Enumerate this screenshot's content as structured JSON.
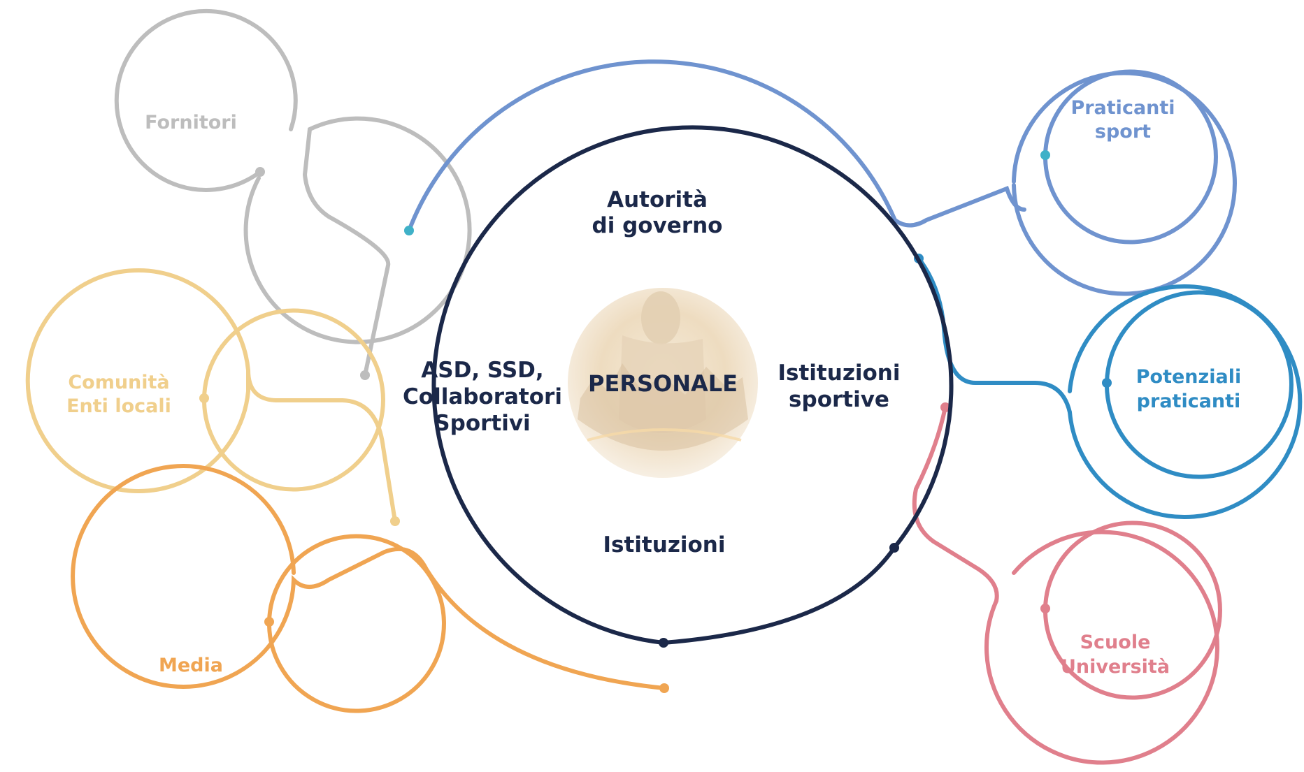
{
  "center": {
    "label": "PERSONALE",
    "color": "#1b2849",
    "photo_tint": "#efe0c8"
  },
  "inner_labels": {
    "top": [
      "Autorità",
      "di governo"
    ],
    "left": [
      "ASD, SSD,",
      "Collaboratori",
      "Sportivi"
    ],
    "right": [
      "Istituzioni",
      "sportive"
    ],
    "bottom": [
      "Istituzioni"
    ]
  },
  "stakeholders": {
    "fornitori": {
      "lines": [
        "Fornitori"
      ],
      "color": "#bdbdbd"
    },
    "comunita": {
      "lines": [
        "Comunità",
        "Enti locali"
      ],
      "color": "#f0cf8c"
    },
    "media": {
      "lines": [
        "Media"
      ],
      "color": "#f0a552"
    },
    "praticanti": {
      "lines": [
        "Praticanti",
        "sport"
      ],
      "color": "#6f93cf"
    },
    "potenziali": {
      "lines": [
        "Potenziali",
        "praticanti"
      ],
      "color": "#2f8cc4"
    },
    "scuole": {
      "lines": [
        "Scuole",
        "Università"
      ],
      "color": "#e07f8c"
    }
  },
  "colors": {
    "main_ring": "#1b2849",
    "accent_dot": "#3fb1c8"
  }
}
